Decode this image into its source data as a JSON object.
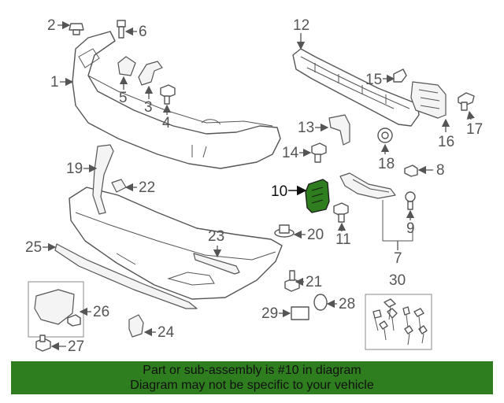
{
  "diagram": {
    "highlight_color": "#2e7d1e",
    "highlighted_part": "10",
    "callouts": [
      "1",
      "2",
      "3",
      "4",
      "5",
      "6",
      "7",
      "8",
      "9",
      "10",
      "11",
      "12",
      "13",
      "14",
      "15",
      "16",
      "17",
      "18",
      "19",
      "20",
      "21",
      "22",
      "23",
      "24",
      "25",
      "26",
      "27",
      "28",
      "29",
      "30"
    ]
  },
  "banner": {
    "line1": "Part or sub-assembly is #10 in diagram",
    "line2": "Diagram may not be specific to your vehicle",
    "background": "#2e7d1e"
  }
}
